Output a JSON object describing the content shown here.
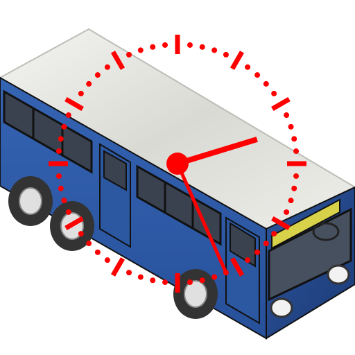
{
  "icon": {
    "subject": "bus-icon",
    "overlay": "clock-icon"
  },
  "colors": {
    "background": "#ffffff",
    "bus_body": "#2f5aa6",
    "bus_body_dark": "#1e3f7e",
    "bus_roof": "#e6e7e2",
    "bus_outline": "#111111",
    "window": "#3a4250",
    "sign": "#d8d24a",
    "tire": "#333333",
    "hub": "#e0e0e0",
    "headlight": "#f2f2f2",
    "clock": "#ff0000"
  },
  "clock": {
    "hours": 2,
    "minutes": 26,
    "dots_per_gap": 4
  }
}
